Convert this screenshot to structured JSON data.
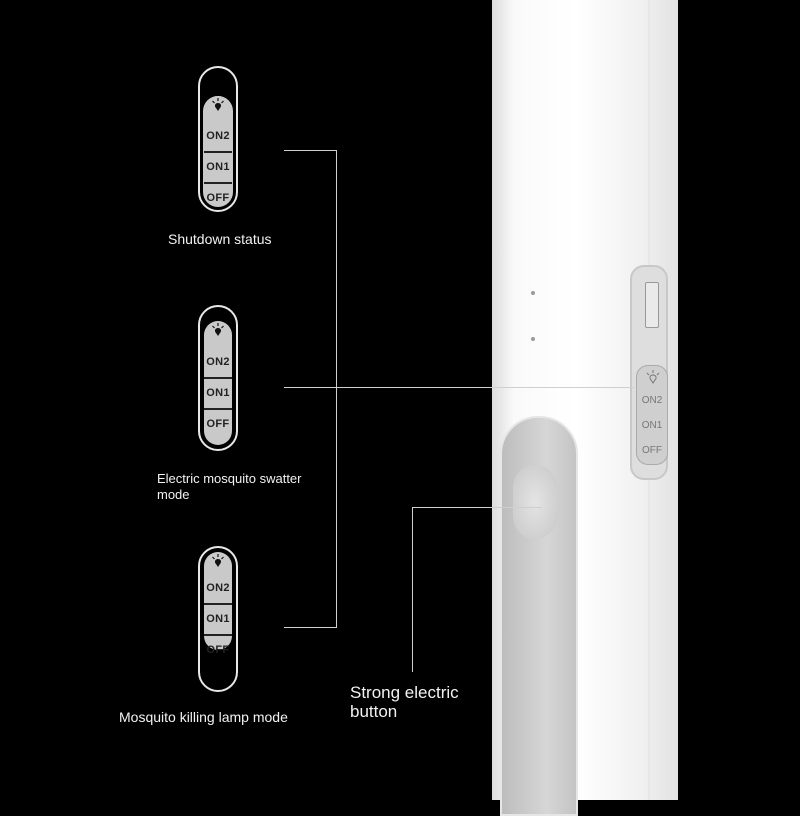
{
  "switch_labels": {
    "on2": "ON2",
    "on1": "ON1",
    "off": "OFF"
  },
  "device_switch_labels": {
    "on2": "ON2",
    "on1": "ON1",
    "off": "OFF"
  },
  "modes": [
    {
      "caption": "Shutdown status"
    },
    {
      "caption": "Electric mosquito swatter mode"
    },
    {
      "caption": "Mosquito killing lamp mode"
    }
  ],
  "button_caption": "Strong electric button",
  "icons": [
    "bulb-icon"
  ],
  "colors": {
    "background": "#000000",
    "device": "#f4f4f4",
    "switch": "#c9c9c9",
    "lines": "#cfcfcf"
  }
}
